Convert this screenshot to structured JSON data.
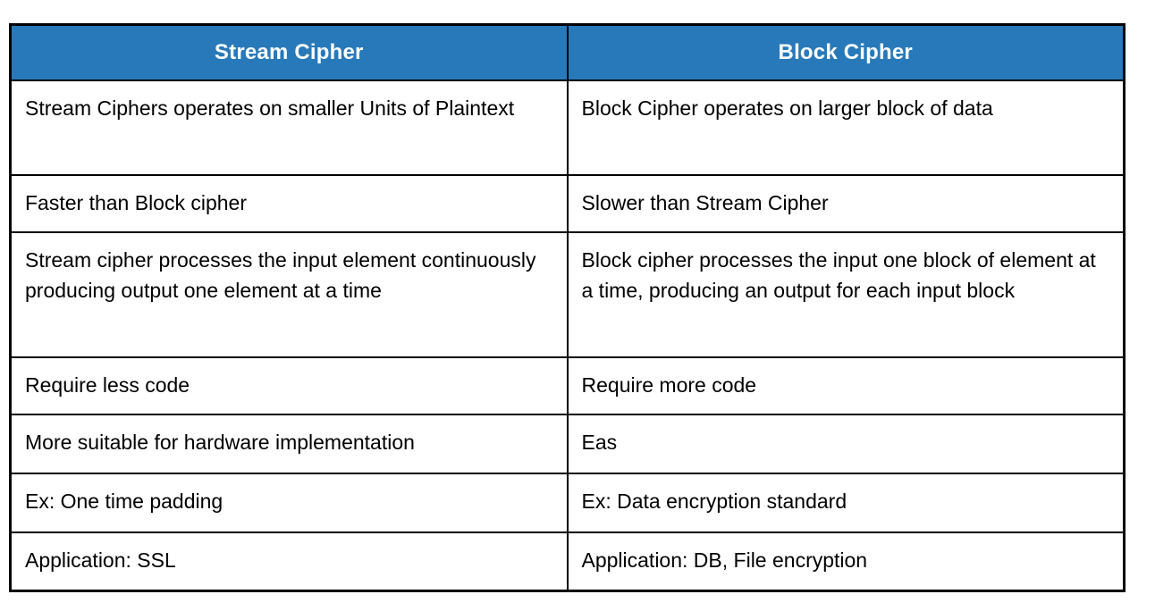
{
  "colors": {
    "header_bg": "#2879B9",
    "header_text": "#ffffff",
    "border": "#000000",
    "body_text": "#000000"
  },
  "table": {
    "headers": [
      {
        "label": "Stream Cipher"
      },
      {
        "label": "Block Cipher"
      }
    ],
    "rows": [
      {
        "stream": "Stream Ciphers operates on smaller Units of Plaintext",
        "block": "Block Cipher operates on larger block of data"
      },
      {
        "stream": "Faster than Block cipher",
        "block": "Slower than Stream Cipher"
      },
      {
        "stream": "Stream cipher processes the input element continuously producing output one element at a time",
        "block": "Block cipher processes the input one block of element at a time, producing an output for each input block"
      },
      {
        "stream": "Require less code",
        "block": "Require more code"
      },
      {
        "stream": "More suitable for hardware implementation",
        "block": "Eas"
      },
      {
        "stream": "Ex: One time padding",
        "block": "Ex: Data encryption standard"
      },
      {
        "stream": "Application: SSL",
        "block": "Application: DB, File encryption"
      }
    ]
  }
}
